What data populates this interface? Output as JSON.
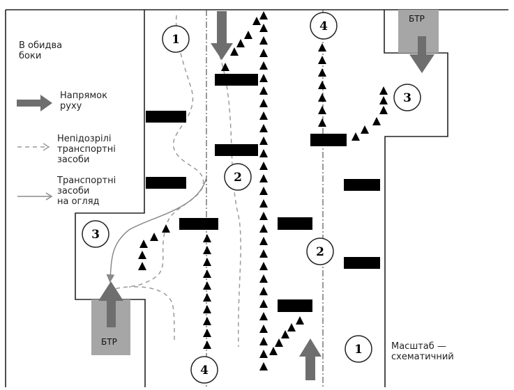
{
  "legend": {
    "both_sides": "В обидва\nбоки",
    "direction": "Напрямок\nруху",
    "unsuspicious": "Непідозрілі\nтранспортні\nзасоби",
    "inspection": "Транспортні\nзасоби\nна огляд"
  },
  "scale_note": "Масштаб —\nсхематичний",
  "vehicles": {
    "top_right": "БТР",
    "bottom_left": "БТР"
  },
  "markers": {
    "top_left": "1",
    "bottom_right": "1",
    "mid_left": "2",
    "mid_right": "2",
    "left_pocket": "3",
    "right_pocket": "3",
    "top_center": "4",
    "bottom_center": "4"
  },
  "colors": {
    "arrow": "#6e6e6e",
    "btr": "#a6a6a6",
    "barrier": "#000000",
    "dashed_path": "#9a9a9a",
    "solid_path": "#8a8a8a",
    "road_line": "#222222"
  }
}
